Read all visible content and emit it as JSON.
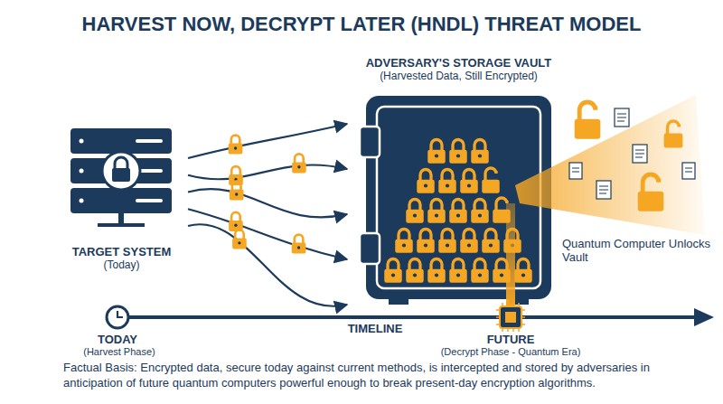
{
  "diagram": {
    "title": "HARVEST NOW, DECRYPT LATER (HNDL) THREAT MODEL",
    "caption": "Factual Basis: Encrypted data, secure today against current methods, is intercepted and stored by adversaries in anticipation of future quantum computers powerful enough to break present-day encryption algorithms.",
    "nodes": [
      {
        "text": [
          "TARGET SYSTEM",
          "(Today)"
        ]
      },
      {
        "text": [
          "ADVERSARY'S STORAGE VAULT",
          "(Harvested Data, Still Encrypted)"
        ]
      }
    ],
    "edges": [
      {
        "from": 0,
        "to": 1,
        "arrow": "to"
      },
      {
        "from": 0,
        "to": 1,
        "arrow": "to"
      },
      {
        "from": 0,
        "to": 1,
        "arrow": "to"
      },
      {
        "from": 0,
        "to": 1,
        "arrow": "to"
      },
      {
        "from": 0,
        "to": 1,
        "arrow": "to"
      }
    ],
    "labels": [
      "Quantum Computer Unlocks Vault",
      "TODAY",
      "(Harvest Phase)",
      "TIMELINE",
      "FUTURE",
      "(Decrypt Phase - Quantum Era)"
    ]
  }
}
